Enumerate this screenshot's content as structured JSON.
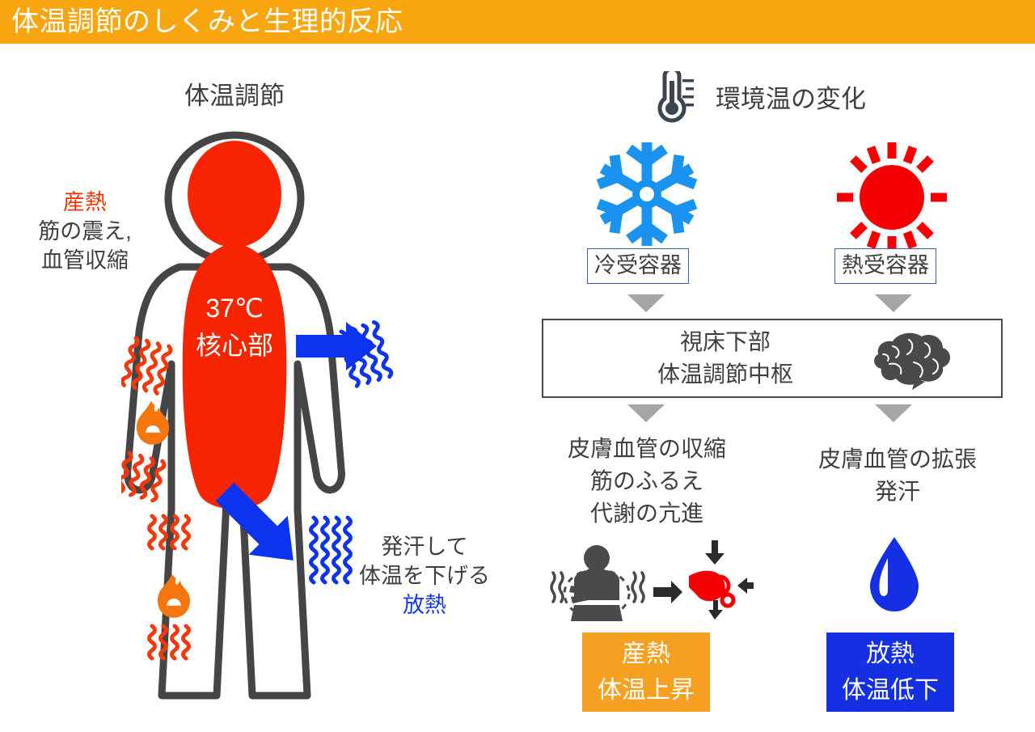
{
  "title": "体温調節のしくみと生理的反応",
  "theme": {
    "title_bar_bg": "#f7a60f",
    "title_text_color": "#ffffff",
    "text_color": "#3f3f3f",
    "accent_red": "#f23100",
    "accent_blue": "#1538e8",
    "core_red": "#f72400",
    "arrow_blue": "#0d33ee",
    "snowflake_blue": "#1a93f0",
    "sun_red": "#f40000",
    "droplet_blue": "#1430e2",
    "flame_orange": "#f5760e",
    "heat_production_box_bg": "#f5a021",
    "heat_loss_box_bg": "#1430e2",
    "receptor_border": "#4558b6",
    "hypothalamus_border": "#4a4a4a",
    "connector_gray": "#a6a6a6",
    "body_outline": "#454545"
  },
  "left_panel": {
    "heading": "体温調節",
    "heat_production": {
      "title": "産熱",
      "detail_line1": "筋の震え,",
      "detail_line2": "血管収縮"
    },
    "core": {
      "temperature": "37℃",
      "label": "核心部"
    },
    "heat_loss": {
      "line1": "発汗して",
      "line2": "体温を下げる",
      "title": "放熱"
    },
    "icons": {
      "flame": "flame-icon",
      "heat_wave_red": "heat-wave-red-icon",
      "heat_wave_blue": "heat-wave-blue-icon",
      "arrow_right": "blue-arrow-right-icon",
      "arrow_down_right": "blue-arrow-down-right-icon"
    }
  },
  "right_panel": {
    "heading": "環境温の変化",
    "thermometer_icon": "thermometer-icon",
    "cold_branch": {
      "stimulus_icon": "snowflake-icon",
      "receptor": "冷受容器",
      "responses": [
        "皮膚血管の収縮",
        "筋のふるえ",
        "代謝の亢進"
      ],
      "response_icons": [
        "shivering-person-icon",
        "constricted-blood-vessel-icon"
      ],
      "result_line1": "産熱",
      "result_line2": "体温上昇"
    },
    "hot_branch": {
      "stimulus_icon": "sun-icon",
      "receptor": "熱受容器",
      "responses": [
        "皮膚血管の拡張",
        "発汗"
      ],
      "response_icons": [
        "water-droplet-icon"
      ],
      "result_line1": "放熱",
      "result_line2": "体温低下"
    },
    "center": {
      "line1": "視床下部",
      "line2": "体温調節中枢",
      "icon": "brain-icon"
    }
  }
}
